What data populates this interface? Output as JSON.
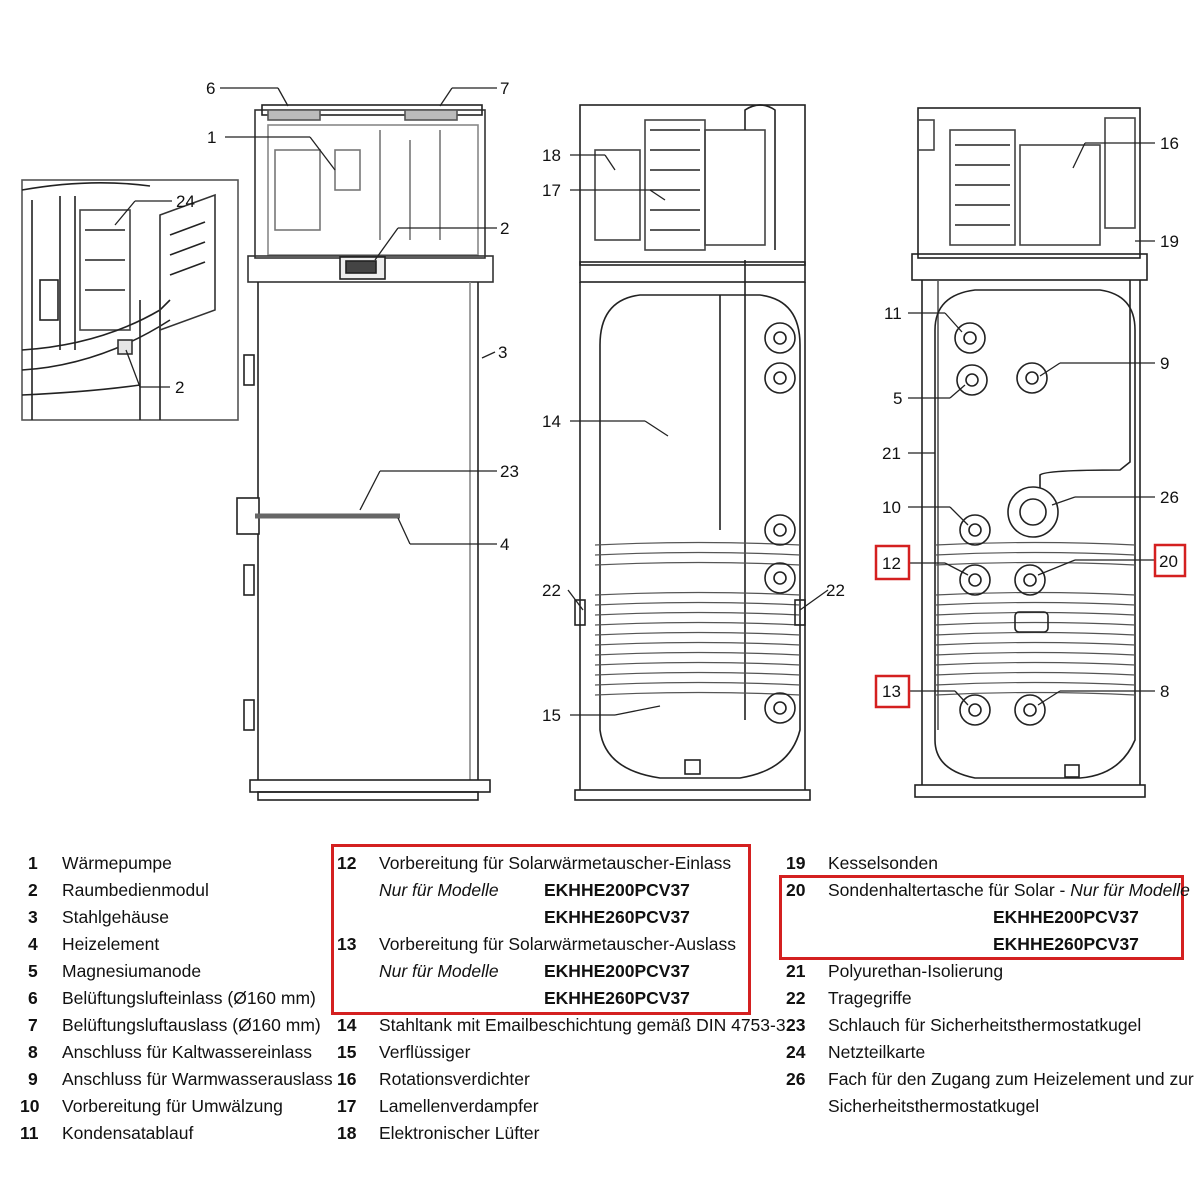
{
  "callouts": {
    "c1": "1",
    "c2a": "2",
    "c2b": "2",
    "c3": "3",
    "c4": "4",
    "c5": "5",
    "c6": "6",
    "c7": "7",
    "c8": "8",
    "c9": "9",
    "c10": "10",
    "c11": "11",
    "c12": "12",
    "c13": "13",
    "c14": "14",
    "c15": "15",
    "c16": "16",
    "c17": "17",
    "c18": "18",
    "c19": "19",
    "c20": "20",
    "c21": "21",
    "c22a": "22",
    "c22b": "22",
    "c23": "23",
    "c24": "24",
    "c26": "26"
  },
  "legend": {
    "col1": [
      {
        "num": "1",
        "text": "Wärmepumpe"
      },
      {
        "num": "2",
        "text": "Raumbedienmodul"
      },
      {
        "num": "3",
        "text": "Stahlgehäuse"
      },
      {
        "num": "4",
        "text": "Heizelement"
      },
      {
        "num": "5",
        "text": "Magnesiumanode"
      },
      {
        "num": "6",
        "text": "Belüftungslufteinlass (Ø160 mm)"
      },
      {
        "num": "7",
        "text": "Belüftungsluftauslass (Ø160 mm)"
      },
      {
        "num": "8",
        "text": "Anschluss für Kaltwassereinlass"
      },
      {
        "num": "9",
        "text": "Anschluss für Warmwasserauslass"
      },
      {
        "num": "10",
        "text": "Vorbereitung für Umwälzung"
      },
      {
        "num": "11",
        "text": "Kondensatablauf"
      }
    ],
    "item12": {
      "num": "12",
      "text": "Vorbereitung für Solarwärmetauscher-Einlass",
      "note": "Nur für Modelle",
      "model1": "EKHHE200PCV37",
      "model2": "EKHHE260PCV37"
    },
    "item13": {
      "num": "13",
      "text": "Vorbereitung für Solarwärmetauscher-Auslass",
      "note": "Nur für Modelle",
      "model1": "EKHHE200PCV37",
      "model2": "EKHHE260PCV37"
    },
    "col2": [
      {
        "num": "14",
        "text": "Stahltank mit Emailbeschichtung gemäß DIN 4753-3"
      },
      {
        "num": "15",
        "text": "Verflüssiger"
      },
      {
        "num": "16",
        "text": "Rotationsverdichter"
      },
      {
        "num": "17",
        "text": "Lamellenverdampfer"
      },
      {
        "num": "18",
        "text": "Elektronischer Lüfter"
      }
    ],
    "item19": {
      "num": "19",
      "text": "Kesselsonden"
    },
    "item20": {
      "num": "20",
      "text": "Sondenhaltertasche für Solar - ",
      "note": "Nur für Modelle",
      "model1": "EKHHE200PCV37",
      "model2": "EKHHE260PCV37"
    },
    "col3": [
      {
        "num": "21",
        "text": "Polyurethan-Isolierung"
      },
      {
        "num": "22",
        "text": "Tragegriffe"
      },
      {
        "num": "23",
        "text": "Schlauch für Sicherheitsthermostatkugel"
      },
      {
        "num": "24",
        "text": "Netzteilkarte"
      },
      {
        "num": "26",
        "text": "Fach für den Zugang zum Heizelement und zur"
      }
    ],
    "item26_cont": "Sicherheitsthermostatkugel"
  },
  "colors": {
    "highlight": "#d42020",
    "line": "#222222"
  }
}
